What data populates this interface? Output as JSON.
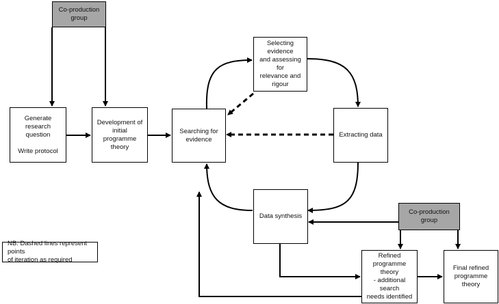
{
  "nodes": {
    "coprod_top": {
      "label": "Co-production\ngroup"
    },
    "generate": {
      "line1": "Generate research\nquestion",
      "line2": "Write protocol"
    },
    "development": {
      "label": "Development of\ninitial programme\ntheory"
    },
    "searching": {
      "label": "Searching for\nevidence"
    },
    "selecting": {
      "label": "Selecting evidence\nand assessing for\nrelevance and\nrigour"
    },
    "extracting": {
      "label": "Extracting data"
    },
    "synthesis": {
      "label": "Data synthesis"
    },
    "coprod_right": {
      "label": "Co-production\ngroup"
    },
    "refined": {
      "label": "Refined\nprogramme theory\n- additional search\nneeds identified"
    },
    "final": {
      "label": "Final refined\nprogramme theory"
    }
  },
  "note": {
    "line1": "NB: Dashed lines represent points",
    "line2": "of iteration as required"
  },
  "edge_style": {
    "stroke": "#000000",
    "box_fill": "#ffffff",
    "group_fill": "#a6a6a6"
  }
}
